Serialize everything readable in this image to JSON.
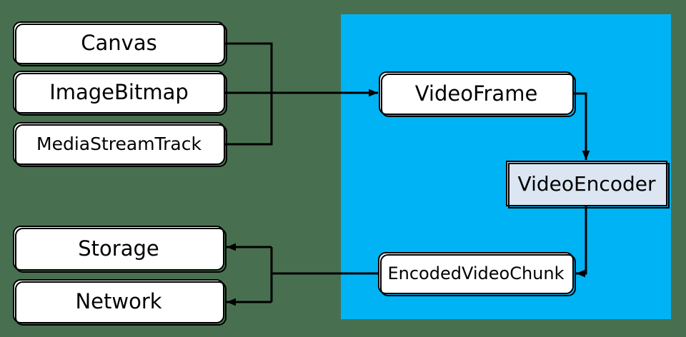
{
  "diagram": {
    "colors": {
      "background": "#487050",
      "region": "#00b3f4",
      "node_fill": "#ffffff",
      "encoder_fill": "#dce6f2",
      "line": "#000000"
    },
    "nodes": {
      "canvas": {
        "label": "Canvas"
      },
      "image_bitmap": {
        "label": "ImageBitmap"
      },
      "media_stream_track": {
        "label": "MediaStreamTrack"
      },
      "video_frame": {
        "label": "VideoFrame"
      },
      "video_encoder": {
        "label": "VideoEncoder"
      },
      "encoded_video_chunk": {
        "label": "EncodedVideoChunk"
      },
      "storage": {
        "label": "Storage"
      },
      "network": {
        "label": "Network"
      }
    }
  }
}
